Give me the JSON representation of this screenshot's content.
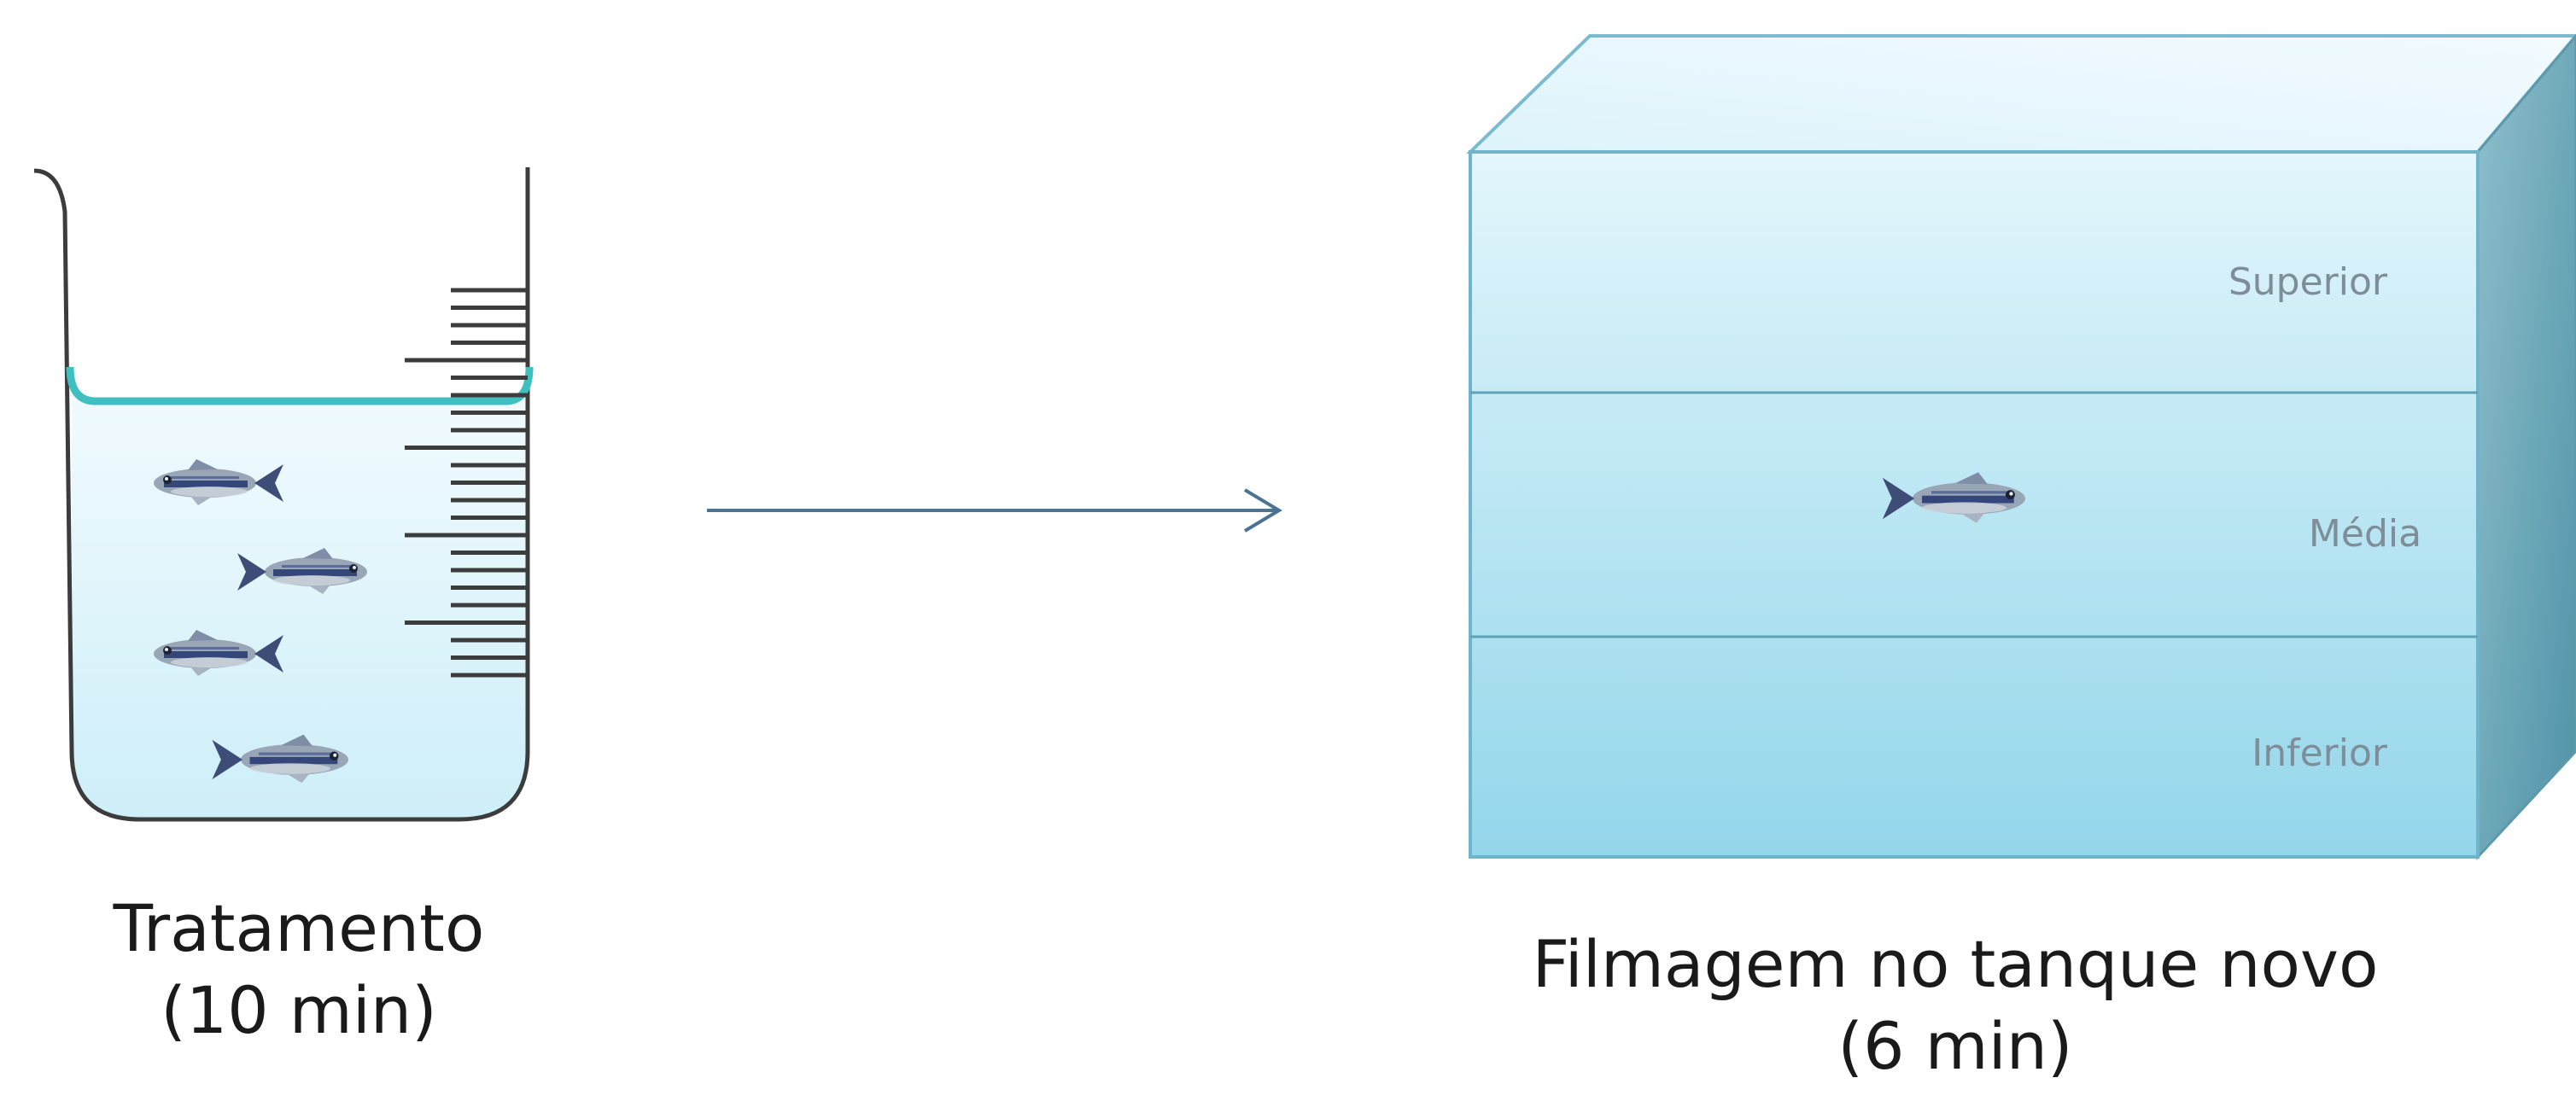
{
  "treatment": {
    "label": "Tratamento",
    "duration": "(10 min)",
    "fish_count": 4
  },
  "tank": {
    "label": "Filmagem no tanque novo",
    "duration": "(6 min)",
    "zones": [
      "Superior",
      "Média",
      "Inferior"
    ],
    "fish_zone": "Média"
  },
  "colors": {
    "water_line": "#40c0c0",
    "beaker_outline": "#404040",
    "tank_front_top": "#dff4fb",
    "tank_front_bottom": "#9ad9ec",
    "tank_top_face": "#e9f8fd",
    "tank_side_face": "#6aa7b8",
    "tank_edge": "#6fb4cb",
    "zone_text": "#7f8f99",
    "arrow": "#4a6f8f",
    "fish_body": "#8a98aa",
    "fish_stripe": "#2f3f6f"
  }
}
